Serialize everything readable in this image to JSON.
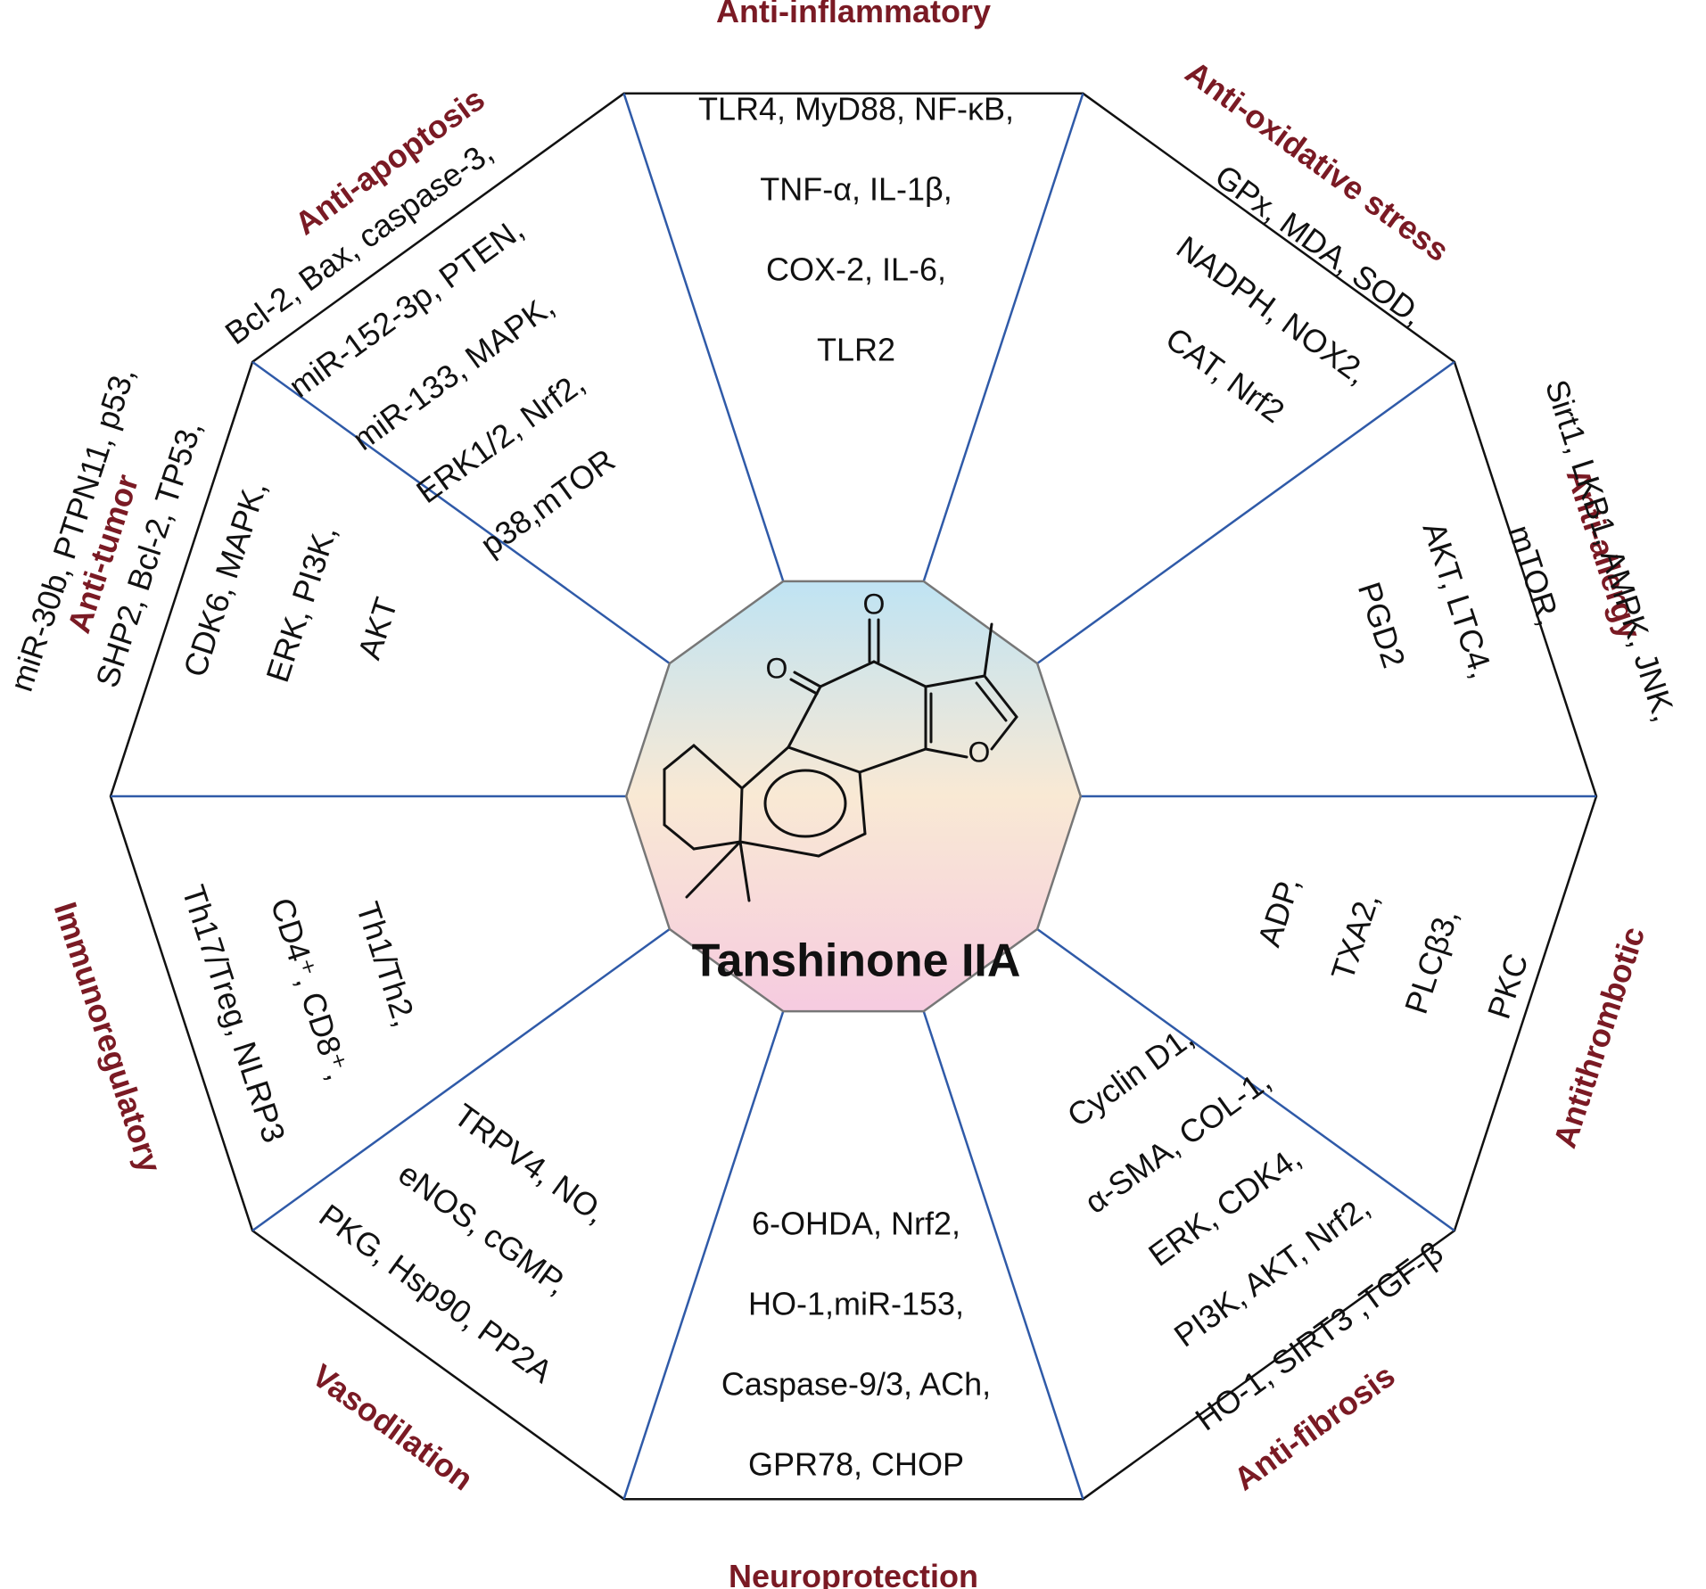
{
  "center": {
    "title": "Tanshinone IIA"
  },
  "molecule": {
    "atom_O": "O"
  },
  "colors": {
    "category": "#7a1a24",
    "spoke": "#2f5aa8",
    "outline": "#111111",
    "gradient": [
      "#bfe3f3",
      "#f9e9d4",
      "#f6cbe0"
    ]
  },
  "sectors": [
    {
      "category": "Anti-inflammatory",
      "genes": [
        "TLR4, MyD88, NF-κB,",
        "TNF-α, IL-1β,",
        "COX-2, IL-6,",
        "TLR2"
      ]
    },
    {
      "category": "Anti-oxidative stress",
      "genes": [
        "GPx, MDA, SOD,",
        "NADPH, NOX2,",
        "CAT, Nrf2"
      ]
    },
    {
      "category": "Anti-allergy",
      "genes": [
        "Sirt1, LKB1, AMPK, JNK,",
        "mTOR,",
        "AKT, LTC4,",
        "PGD2"
      ]
    },
    {
      "category": "Antithrombotic",
      "genes": [
        "ADP,",
        "TXA2,",
        "PLCβ3,",
        "PKC"
      ]
    },
    {
      "category": "Anti-fibrosis",
      "genes": [
        "Cyclin D1,",
        "α-SMA, COL-1,",
        "ERK, CDK4,",
        "PI3K, AKT, Nrf2,",
        "HO-1, SIRT3 ,TGF-β"
      ]
    },
    {
      "category": "Neuroprotection",
      "genes": [
        "6-OHDA, Nrf2,",
        "HO-1,miR-153,",
        "Caspase-9/3,  ACh,",
        "GPR78, CHOP"
      ]
    },
    {
      "category": "Vasodilation",
      "genes": [
        "TRPV4, NO,",
        "eNOS, cGMP,",
        "PKG, Hsp90, PP2A"
      ]
    },
    {
      "category": "Immunoregulatory",
      "genes": [
        "Th1/Th2,",
        "CD4⁺, CD8⁺,",
        "Th17/Treg, NLRP3"
      ]
    },
    {
      "category": "Anti-tumor",
      "genes": [
        "miR-30b, PTPN11, p53,",
        "SHP2, Bcl-2, TP53,",
        "CDK6, MAPK,",
        "ERK, PI3K,",
        "AKT"
      ]
    },
    {
      "category": "Anti-apoptosis",
      "genes": [
        "Bcl-2, Bax, caspase-3,",
        "miR-152-3p, PTEN,",
        "miR-133, MAPK,",
        "ERK1/2, Nrf2,",
        "p38,mTOR"
      ]
    }
  ]
}
